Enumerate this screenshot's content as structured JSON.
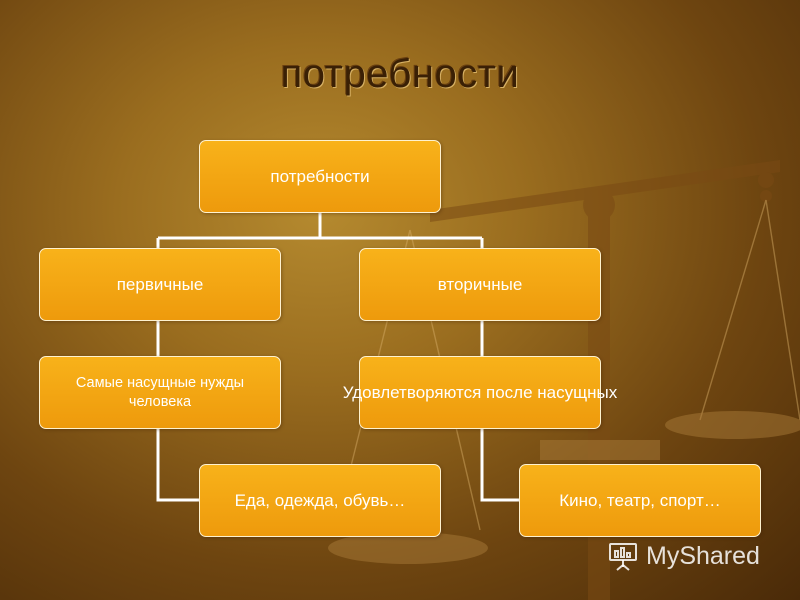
{
  "slide": {
    "title": "потребности"
  },
  "diagram": {
    "root": "потребности",
    "primary": {
      "label": "первичные",
      "description": "Самые насущные нужды человека",
      "examples": "Еда, одежда, обувь…"
    },
    "secondary": {
      "label": "вторичные",
      "description": "Удовлетворяются после насущных",
      "examples": "Кино, театр, спорт…"
    }
  },
  "watermark": {
    "brand": "MyShared"
  },
  "colors": {
    "box_fill": "#f5a910",
    "box_border": "#fff2cf",
    "background": "#8a5a18",
    "title": "#3a2005"
  },
  "icons": {
    "background_art": "balance-scale",
    "logo": "presentation-board-icon"
  }
}
